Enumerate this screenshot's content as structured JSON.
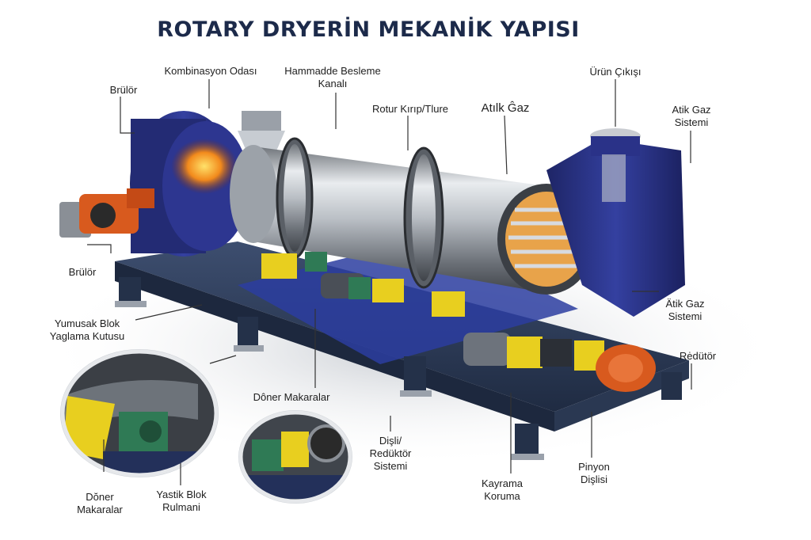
{
  "title": "ROTARY DRYERİN MEKANİK YAPISI",
  "labels": {
    "brulor_top": "Brülör",
    "kombinasyon": "Kombinasyon Odası",
    "hammadde_1": "Hammadde Besleme",
    "hammadde_2": "Kanalı",
    "rotur": "Rotur Kırıp/Tlure",
    "atik_gaz": "Atılk Ĝaz",
    "urun": "Ürün Çıkışı",
    "atik_sis_top_1": "Atik Gaz",
    "atik_sis_top_2": "Sistemi",
    "brulor_left": "Brülör",
    "yumusak_1": "Yumusak Blok",
    "yumusak_2": "Yaglama Kutusu",
    "atik_sis_mid_1": "Ätik Gaz",
    "atik_sis_mid_2": "Sistemi",
    "redutor": "Rėdütör",
    "doner_mak": "Dôner Makaralar",
    "disli_1": "Dişli/",
    "disli_2": "Redüktör",
    "disli_3": "Sistemi",
    "doner_bot_1": "Dŏner",
    "doner_bot_2": "Makaralar",
    "yastik_1": "Yastik Blok",
    "yastik_2": "Rulmani",
    "kayrama_1": "Kayrama",
    "kayrama_2": "Koruma",
    "pinyon_1": "Pinyon",
    "pinyon_2": "Dişlisi"
  },
  "colors": {
    "frame_blue": "#2b3a57",
    "housing_blue": "#28307a",
    "drum_steel": "#b8bcc2",
    "yellow": "#e8cf1f",
    "orange": "#d85a1e",
    "green": "#2f7a55",
    "flame": "#f08a1a"
  }
}
